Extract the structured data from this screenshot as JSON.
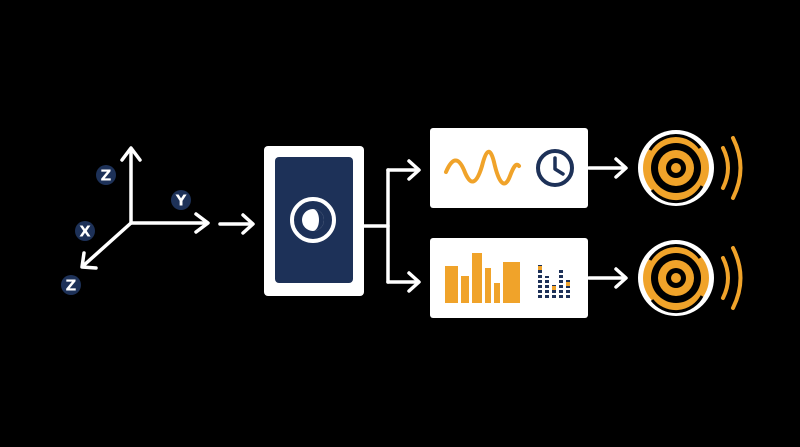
{
  "colors": {
    "background": "#000000",
    "line": "#ffffff",
    "navy": "#1d3158",
    "orange": "#f0a32a"
  },
  "axes": {
    "labels": [
      "Z",
      "Y",
      "X",
      "Z"
    ],
    "icon": "xyz-axes-icon"
  },
  "device": {
    "icon": "phone-device-icon",
    "sensor_icon": "sensor-eye-icon"
  },
  "panels": [
    {
      "name": "waveform-time",
      "icons": [
        "sine-wave-icon",
        "clock-icon"
      ]
    },
    {
      "name": "spectrum",
      "icons": [
        "bar-chart-icon",
        "equalizer-icon"
      ]
    }
  ],
  "outputs": [
    {
      "icon": "speaker-icon"
    },
    {
      "icon": "speaker-icon"
    }
  ]
}
